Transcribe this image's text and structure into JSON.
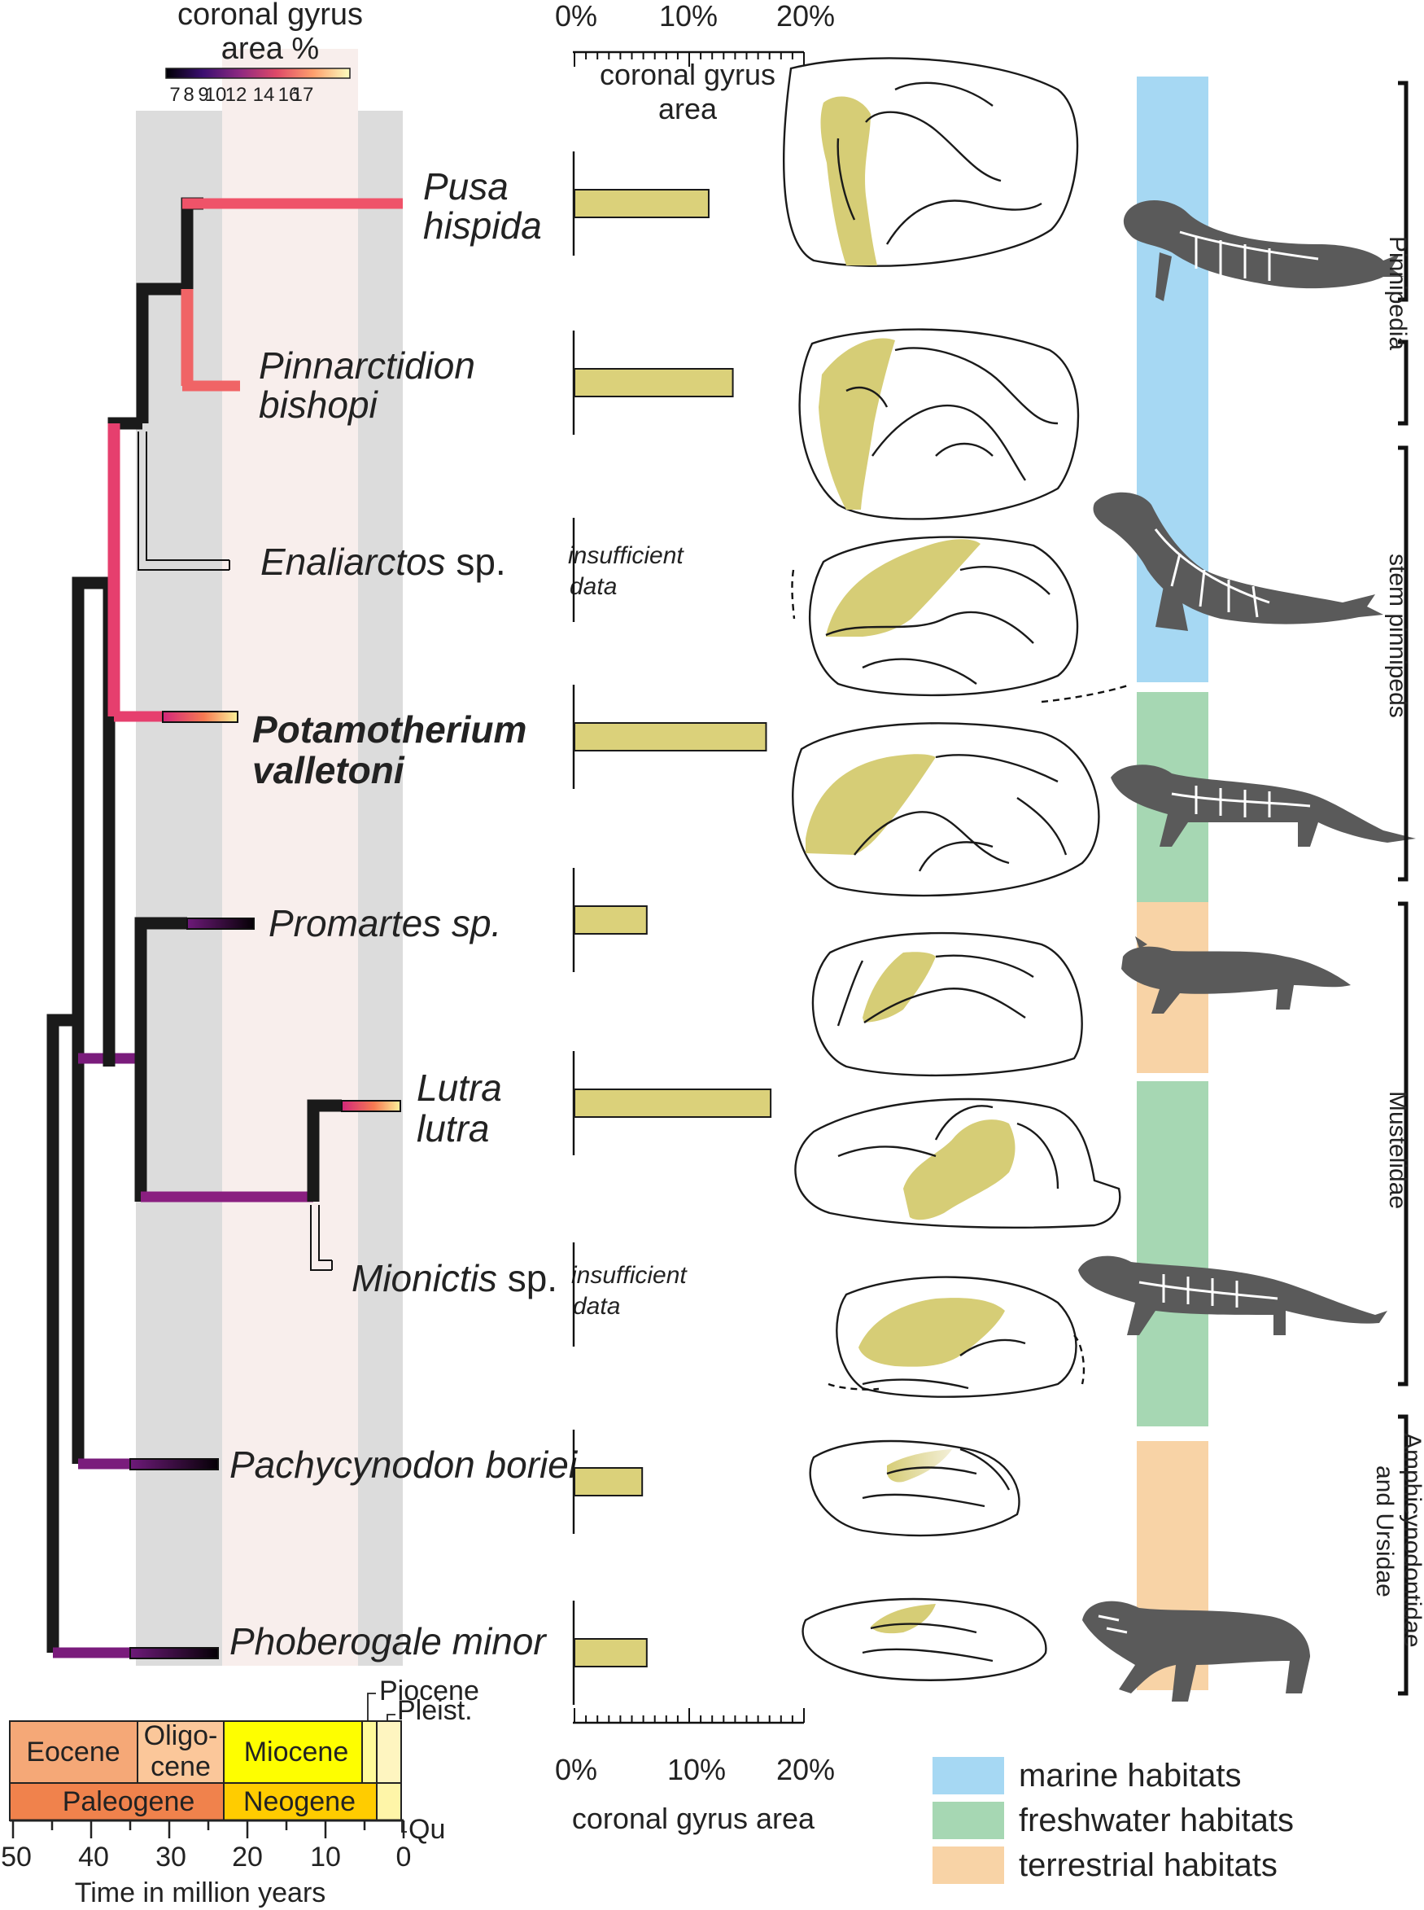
{
  "colorbar": {
    "title_line1": "coronal gyrus",
    "title_line2": "area %",
    "ticks": [
      "7",
      "8",
      "9",
      "10",
      "12",
      "14",
      "16",
      "17"
    ]
  },
  "top_axis": {
    "ticks": [
      "0%",
      "10%",
      "20%"
    ],
    "label_line1": "coronal gyrus",
    "label_line2": "area"
  },
  "bottom_axis": {
    "ticks": [
      "0%",
      "10%",
      "20%"
    ],
    "label": "coronal gyrus area"
  },
  "taxa": [
    {
      "line1": "Pusa",
      "line2": "hispida",
      "bold": false
    },
    {
      "line1": "Pinnarctidion",
      "line2": "bishopi",
      "bold": false
    },
    {
      "genus": "Enaliarctos",
      "suffix": " sp.",
      "note1": "insufficient",
      "note2": "data"
    },
    {
      "line1": "Potamotherium",
      "line2": "valletoni",
      "bold": true
    },
    {
      "line1": "Promartes sp."
    },
    {
      "line1": "Lutra",
      "line2": "lutra"
    },
    {
      "genus": "Mionictis",
      "suffix": " sp.",
      "note1": "insufficient",
      "note2": "data"
    },
    {
      "line1": "Pachycynodon boriei"
    },
    {
      "line1": "Phoberogale minor"
    }
  ],
  "chart_data": {
    "type": "bar",
    "categories": [
      "Pusa hispida",
      "Pinnarctidion bishopi",
      "Enaliarctos sp.",
      "Potamotherium valletoni",
      "Promartes sp.",
      "Lutra lutra",
      "Mionictis sp.",
      "Pachycynodon boriei",
      "Phoberogale minor"
    ],
    "values": [
      11.7,
      13.8,
      null,
      16.7,
      6.3,
      17.1,
      null,
      5.9,
      6.3
    ],
    "xlabel": "coronal gyrus area",
    "xlim": [
      0,
      20
    ]
  },
  "clades": [
    "Pinnipedia",
    "stem pinnipeds",
    "Mustelidae",
    "Amphicynodontidae",
    "and Ursidae"
  ],
  "timescale": {
    "epochs": [
      "Eocene",
      "Oligo-",
      "cene",
      "Miocene"
    ],
    "periods": [
      "Paleogene",
      "Neogene"
    ],
    "callouts": [
      "Piocene",
      "Pleist.",
      "Qu"
    ],
    "ticks": [
      "50",
      "40",
      "30",
      "20",
      "10",
      "0"
    ],
    "label": "Time in million years"
  },
  "legend": [
    {
      "label": "marine habitats",
      "color": "#a6d8f3"
    },
    {
      "label": "freshwater habitats",
      "color": "#a6d7b3"
    },
    {
      "label": "terrestrial habitats",
      "color": "#f8d3a6"
    }
  ]
}
